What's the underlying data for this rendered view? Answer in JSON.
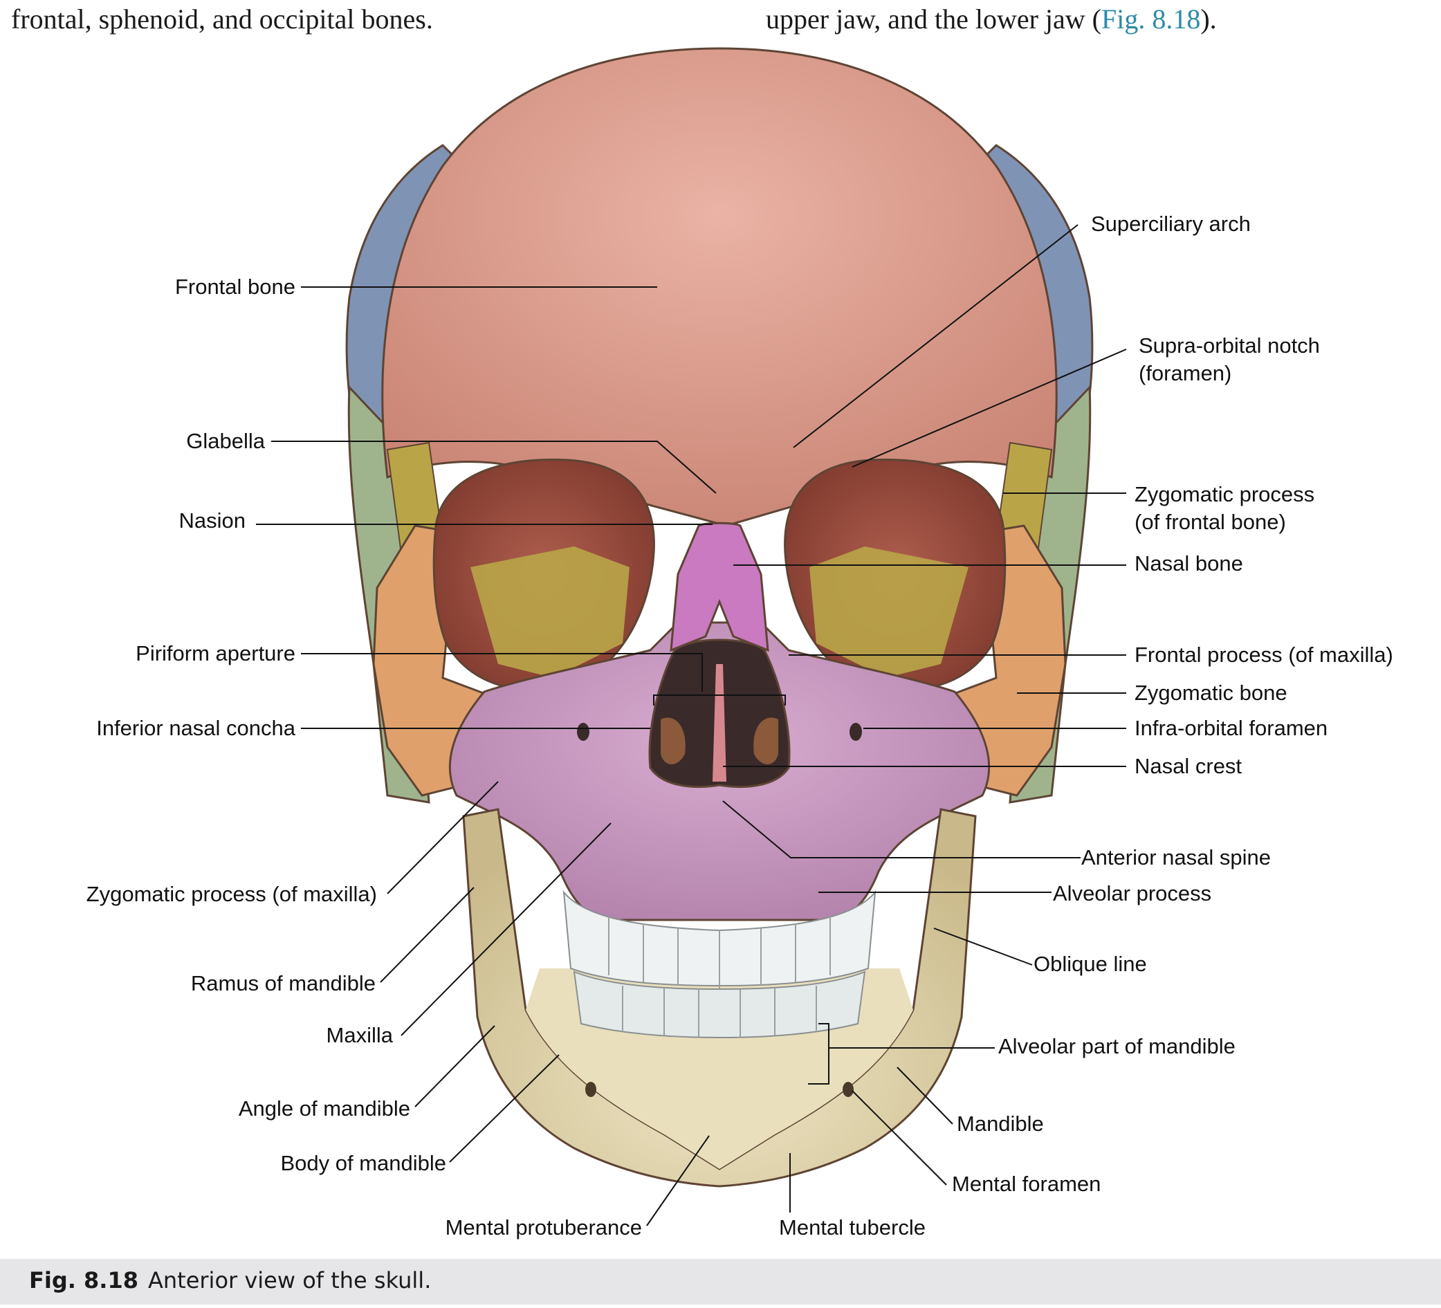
{
  "body_text": {
    "left": "frontal, sphenoid, and occipital bones.",
    "right_prefix": "upper jaw, and the lower jaw (",
    "right_ref": "Fig. 8.18",
    "right_suffix": ")."
  },
  "labels": {
    "frontal_bone": "Frontal bone",
    "glabella": "Glabella",
    "nasion": "Nasion",
    "piriform_aperture": "Piriform aperture",
    "inferior_nasal_concha": "Inferior nasal concha",
    "zygomatic_process_maxilla": "Zygomatic process (of maxilla)",
    "ramus_of_mandible": "Ramus of mandible",
    "maxilla": "Maxilla",
    "angle_of_mandible": "Angle of mandible",
    "body_of_mandible": "Body of mandible",
    "mental_protuberance": "Mental protuberance",
    "mental_tubercle": "Mental tubercle",
    "superciliary_arch": "Superciliary arch",
    "supra_orbital_notch_1": "Supra-orbital notch",
    "supra_orbital_notch_2": "(foramen)",
    "zygomatic_process_frontal_1": "Zygomatic process",
    "zygomatic_process_frontal_2": "(of frontal bone)",
    "nasal_bone": "Nasal bone",
    "frontal_process_maxilla": "Frontal process (of maxilla)",
    "zygomatic_bone": "Zygomatic bone",
    "infra_orbital_foramen": "Infra-orbital foramen",
    "nasal_crest": "Nasal crest",
    "anterior_nasal_spine": "Anterior nasal spine",
    "alveolar_process": "Alveolar process",
    "oblique_line": "Oblique line",
    "alveolar_part_of_mandible": "Alveolar part of mandible",
    "mandible": "Mandible",
    "mental_foramen": "Mental foramen"
  },
  "caption": {
    "number": "Fig. 8.18",
    "text": "Anterior view of the skull."
  },
  "colors": {
    "frontal": "#d99a8c",
    "parietal": "#7f93b5",
    "temporal": "#9fb48d",
    "sphenoid": "#b9a548",
    "zygomatic": "#e0a06b",
    "maxilla": "#c897c0",
    "nasal": "#c97ac0",
    "mandible": "#e2d7b0",
    "teeth": "#eef2f2"
  }
}
